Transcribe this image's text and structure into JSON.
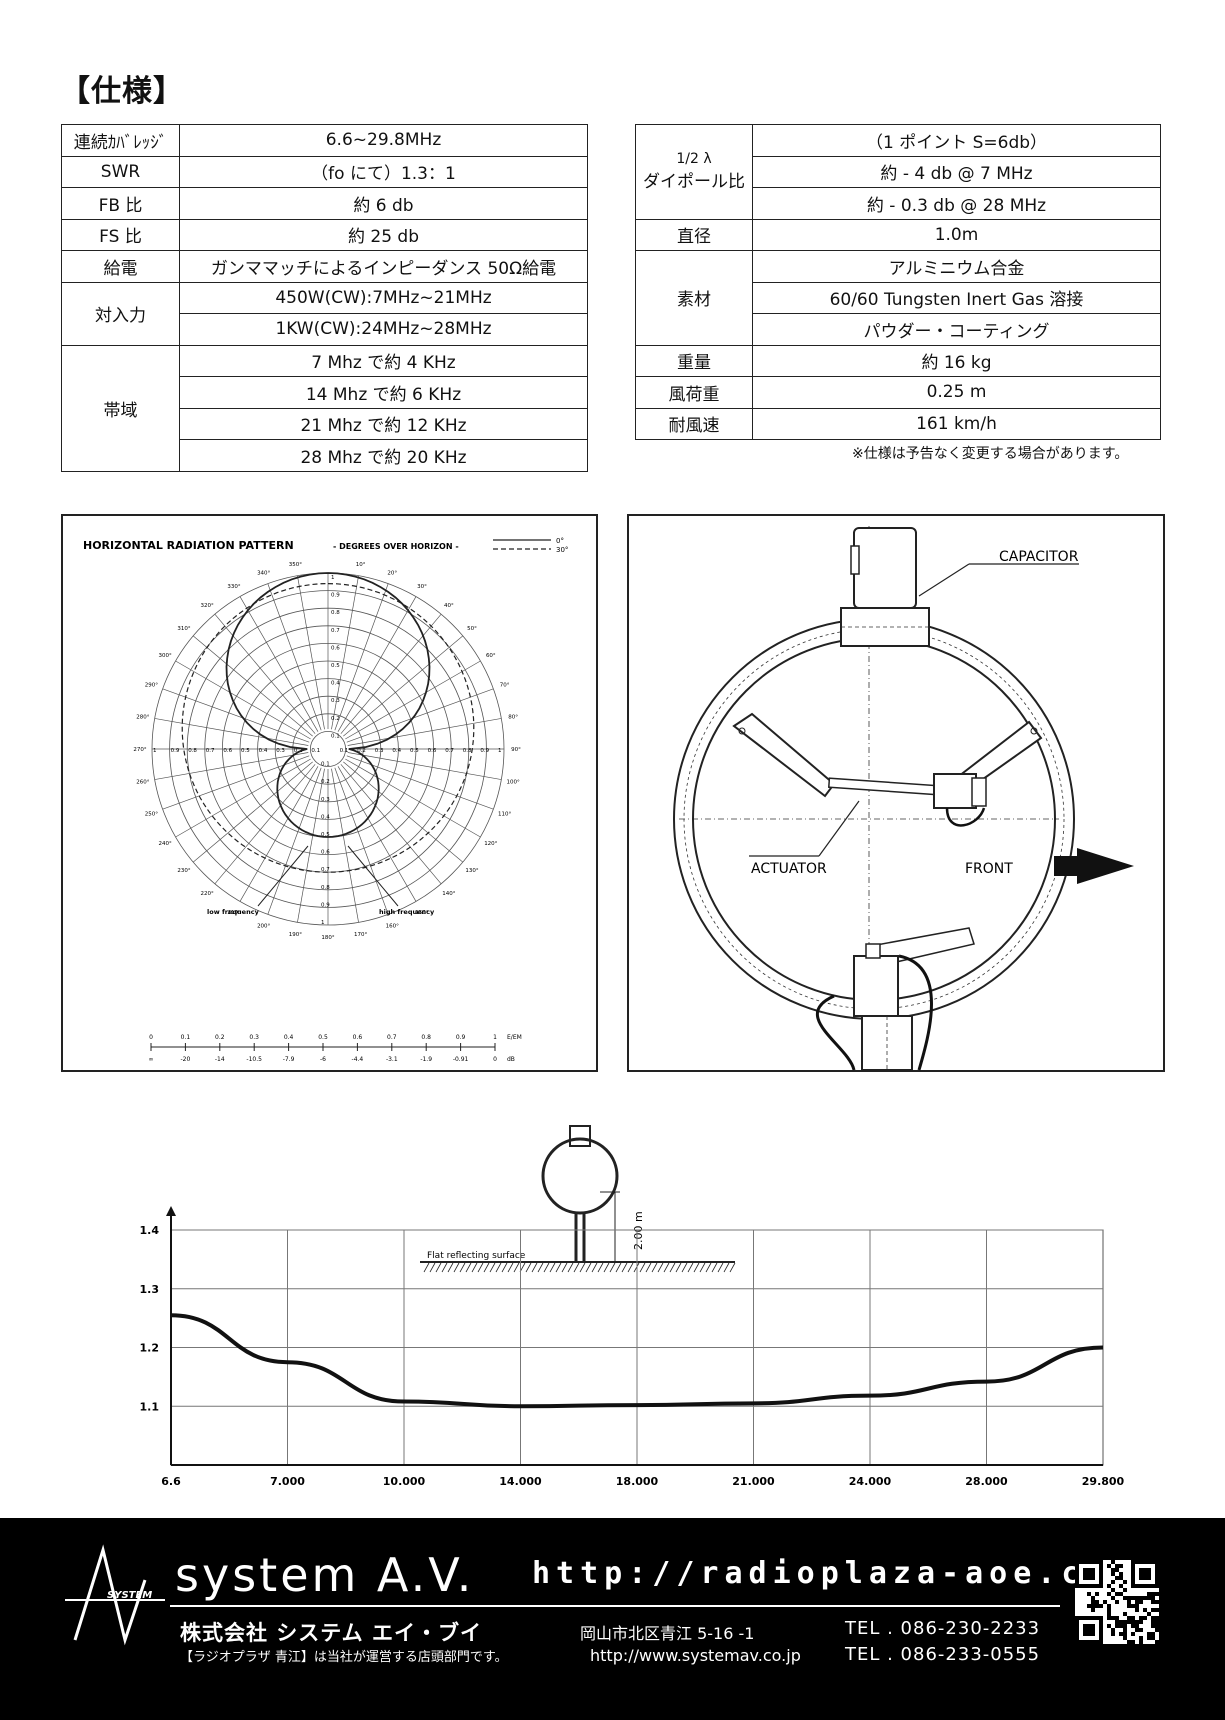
{
  "title": "【仕様】",
  "spec_left": {
    "rows": [
      {
        "label": "連続ｶﾊﾞﾚｯｼﾞ",
        "values": [
          "6.6~29.8MHz"
        ]
      },
      {
        "label": "SWR",
        "values": [
          "（fo にて）1.3：1"
        ]
      },
      {
        "label": "FB 比",
        "values": [
          "約 6 db"
        ]
      },
      {
        "label": "FS 比",
        "values": [
          "約 25 db"
        ]
      },
      {
        "label": "給電",
        "values": [
          "ガンママッチによるインピーダンス 50Ω給電"
        ]
      },
      {
        "label": "対入力",
        "values": [
          "450W(CW):7MHz~21MHz",
          "1KW(CW):24MHz~28MHz"
        ]
      },
      {
        "label": "帯域",
        "values": [
          "7 Mhz で約 4 KHz",
          "14 Mhz で約 6 KHz",
          "21 Mhz で約 12 KHz",
          "28 Mhz で約 20 KHz"
        ]
      }
    ]
  },
  "spec_right": {
    "rows": [
      {
        "label_lines": [
          "1/2 λ",
          "ダイポール比"
        ],
        "values": [
          "（1 ポイント S=6db）",
          "約 - 4 db @ 7 MHz",
          "約 - 0.3 db @ 28 MHz"
        ]
      },
      {
        "label_lines": [
          "直径"
        ],
        "values": [
          "1.0m"
        ]
      },
      {
        "label_lines": [
          "素材"
        ],
        "values": [
          "アルミニウム合金",
          "60/60 Tungsten Inert Gas 溶接",
          "パウダー・コーティング"
        ]
      },
      {
        "label_lines": [
          "重量"
        ],
        "values": [
          "約 16 kg"
        ]
      },
      {
        "label_lines": [
          "風荷重"
        ],
        "values": [
          "0.25 m"
        ]
      },
      {
        "label_lines": [
          "耐風速"
        ],
        "values": [
          "161 km/h"
        ]
      }
    ],
    "note": "※仕様は予告なく変更する場合があります。"
  },
  "polar": {
    "title": "HORIZONTAL RADIATION PATTERN",
    "subtitle": "- DEGREES OVER HORIZON -",
    "legend": [
      {
        "name": "0°",
        "style": "solid"
      },
      {
        "name": "30°",
        "style": "dashed"
      }
    ],
    "angle_labels": [
      "350°",
      "10°",
      "20°",
      "30°",
      "40°",
      "50°",
      "60°",
      "70°",
      "80°",
      "90°",
      "100°",
      "110°",
      "120°",
      "130°",
      "140°",
      "150°",
      "160°",
      "170°",
      "180°",
      "190°",
      "200°",
      "210°",
      "220°",
      "230°",
      "240°",
      "250°",
      "260°",
      "270°",
      "280°",
      "290°",
      "300°",
      "310°",
      "320°",
      "330°",
      "340°"
    ],
    "radial_labels": [
      "0.1",
      "0.2",
      "0.3",
      "0.4",
      "0.5",
      "0.6",
      "0.7",
      "0.8",
      "0.9",
      "1"
    ],
    "annotations": {
      "low": "low frequency",
      "high": "high frequency"
    },
    "scale": {
      "ratio_label": "E/EM",
      "db_label": "dB",
      "ratio": [
        "0",
        "0.1",
        "0.2",
        "0.3",
        "0.4",
        "0.5",
        "0.6",
        "0.7",
        "0.8",
        "0.9",
        "1"
      ],
      "db": [
        "∞",
        "-20",
        "-14",
        "-10.5",
        "-7.9",
        "-6",
        "-4.4",
        "-3.1",
        "-1.9",
        "-0.91",
        "0"
      ]
    },
    "colors": {
      "line": "#222222",
      "grid": "#555555"
    }
  },
  "antenna": {
    "labels": {
      "capacitor": "CAPACITOR",
      "actuator": "ACTUATOR",
      "front": "FRONT"
    }
  },
  "mount": {
    "height_label": "2.00 m",
    "surface_label": "Flat reflecting surface"
  },
  "chart_data": {
    "type": "line",
    "title": "",
    "xlabel": "",
    "ylabel": "",
    "categories": [
      "6.6",
      "7.000",
      "10.000",
      "14.000",
      "18.000",
      "21.000",
      "24.000",
      "28.000",
      "29.800"
    ],
    "y_ticks": [
      "1.1",
      "1.2",
      "1.3",
      "1.4"
    ],
    "ylim": [
      1.0,
      1.4
    ],
    "series": [
      {
        "values": [
          1.255,
          1.175,
          1.108,
          1.1,
          1.102,
          1.105,
          1.118,
          1.142,
          1.2
        ]
      }
    ],
    "grid": true
  },
  "footer": {
    "logo_small": "SYSTEM",
    "brand": "system A.V.",
    "url_big": "http://radioplaza-aoe.com/",
    "company": "株式会社 システム エイ・ブイ",
    "subline": "【ラジオプラザ 青江】は当社が運営する店頭部門です。",
    "address": "岡山市北区青江 5-16 -1",
    "url_small": "http://www.systemav.co.jp",
    "tel1": "TEL . 086-230-2233",
    "tel2": "TEL . 086-233-0555"
  }
}
